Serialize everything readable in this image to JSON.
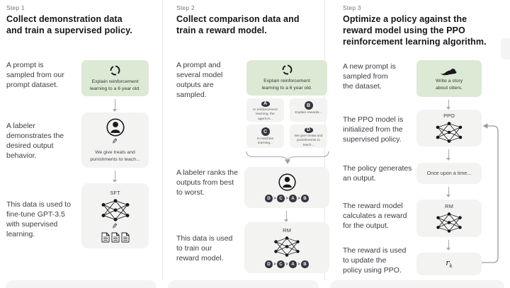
{
  "palette": {
    "background": "#ffffff",
    "green_box": "#dce9d5",
    "gray_box": "#f3f3f1",
    "badge_dark": "#34363f",
    "heading_text": "#151515",
    "body_text": "#3c3d43",
    "arrow_gray": "#a9a9a9"
  },
  "columns": [
    {
      "step_label": "Step 1",
      "heading": "Collect demonstration data\nand train a supervised policy.",
      "captions": [
        "A prompt is\nsampled from our\nprompt dataset.",
        "A labeler\ndemonstrates the\ndesired output\nbehavior.",
        "This data is used to\nfine-tune GPT-3.5\nwith supervised\nlearning."
      ],
      "prompt_box": {
        "icon": "cycle-icon",
        "text": "Explain reinforcement\nlearning to a 6 year old."
      },
      "labeler_box": {
        "icon": "labeler-icon",
        "pencil": "✎",
        "text": "We give treats and\npunishments to teach..."
      },
      "sft_box": {
        "label": "SFT",
        "pencil": "✎",
        "icons": [
          "network-icon",
          "documents-icon"
        ]
      }
    },
    {
      "step_label": "Step 2",
      "heading": "Collect comparison data and\ntrain a reward model.",
      "captions": [
        "A prompt and\nseveral model\noutputs are\nsampled.",
        "A labeler ranks the\noutputs from best\nto worst.",
        "This data is used\nto train our\nreward model."
      ],
      "prompt_box": {
        "icon": "cycle-icon",
        "text": "Explain reinforcement\nlearning to a 6 year old."
      },
      "outputs": [
        {
          "letter": "A",
          "text": "In reinforcement\nlearning, the\nagent is..."
        },
        {
          "letter": "B",
          "text": "Explain rewards..."
        },
        {
          "letter": "C",
          "text": "In machine\nlearning..."
        },
        {
          "letter": "D",
          "text": "We give treats and\npunishments to\nteach..."
        }
      ],
      "ranking": {
        "order": [
          "D",
          "C",
          "A",
          "B"
        ],
        "separator": ">"
      },
      "rm_box": {
        "label": "RM"
      }
    },
    {
      "step_label": "Step 3",
      "heading": "Optimize a policy against the\nreward model using the PPO\nreinforcement learning algorithm.",
      "captions": [
        "A new prompt is\nsampled from\nthe dataset.",
        "The PPO model is\ninitialized from the\nsupervised policy.",
        "The policy generates\nan output.",
        "The reward model\ncalculates a reward\nfor the output.",
        "The reward is used\nto update the\npolicy using PPO."
      ],
      "prompt_box": {
        "icon": "otter-icon",
        "text": "Write a story\nabout otters."
      },
      "ppo_box": {
        "label": "PPO"
      },
      "output_box": {
        "text": "Once upon a time..."
      },
      "rm_box": {
        "label": "RM"
      },
      "reward_box": {
        "label_main": "r",
        "label_sub": "k"
      }
    }
  ]
}
